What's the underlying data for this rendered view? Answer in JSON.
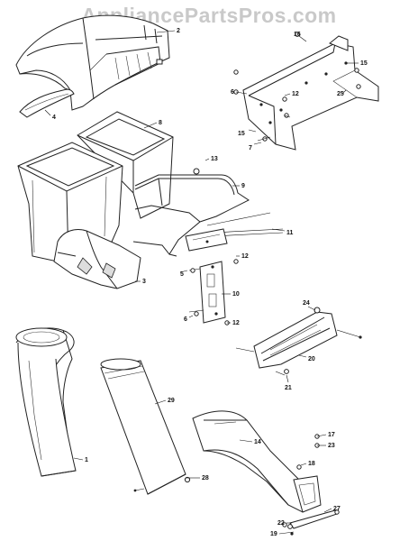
{
  "watermark": "AppliancePartsPros.com",
  "callouts": {
    "c1": "1",
    "c2": "2",
    "c3": "3",
    "c4": "4",
    "c5": "5",
    "c6a": "6",
    "c6b": "6",
    "c7": "7",
    "c8": "8",
    "c9": "9",
    "c10": "10",
    "c11": "11",
    "c12a": "12",
    "c12b": "12",
    "c12c": "12",
    "c13": "13",
    "c14": "14",
    "c15a": "15",
    "c15b": "15",
    "c16": "16",
    "c17": "17",
    "c18": "18",
    "c19": "19",
    "c20": "20",
    "c21": "21",
    "c22": "22",
    "c23": "23",
    "c24": "24",
    "c25": "25",
    "c27": "27",
    "c28": "28",
    "c29": "29"
  }
}
